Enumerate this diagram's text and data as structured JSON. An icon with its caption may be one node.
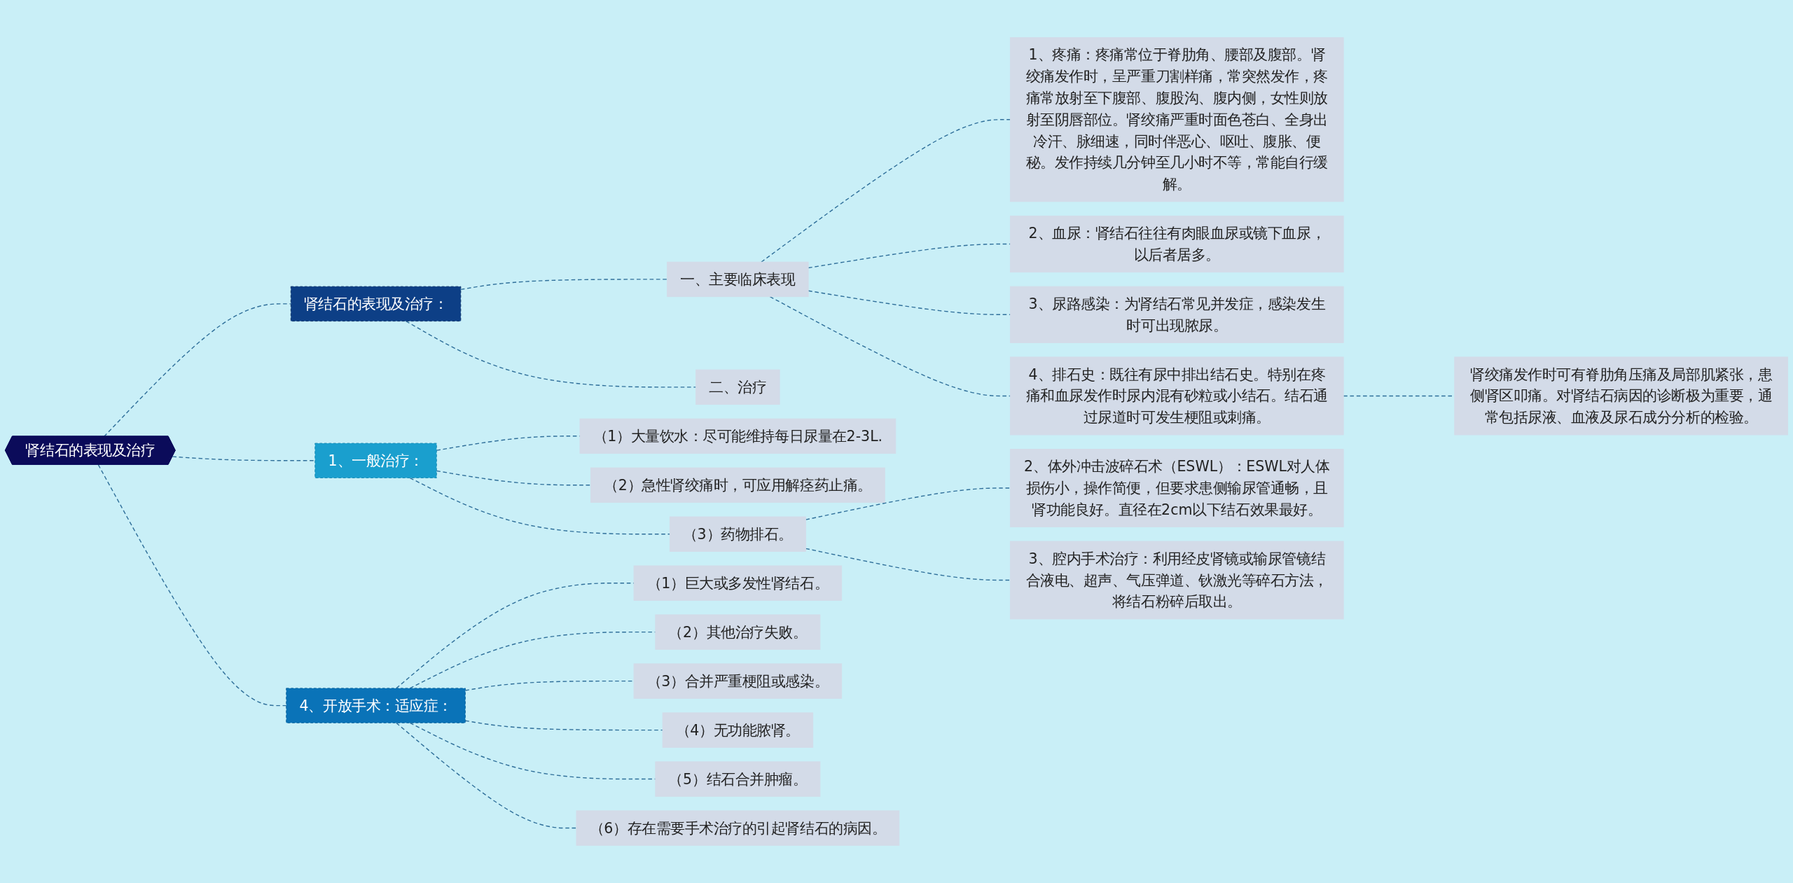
{
  "diagram": {
    "nodes": [
      {
        "text": [
          "肾结石的表现及治疗"
        ]
      },
      {
        "text": [
          "肾结石的表现及治疗："
        ]
      },
      {
        "text": [
          "一、主要临床表现"
        ]
      },
      {
        "text": [
          "1、疼痛：疼痛常位于脊肋角、腰部及腹部。肾绞痛发作时，呈严重刀割样痛，常突然发作，疼痛常放射至下腹部、腹股沟、腹内侧，女性则放射至阴唇部位。肾绞痛严重时面色苍白、全身出冷汗、脉细速，同时伴恶心、呕吐、腹胀、便秘。发作持续几分钟至几小时不等，常能自行缓解。"
        ]
      },
      {
        "text": [
          "2、血尿：肾结石往往有肉眼血尿或镜下血尿，以后者居多。"
        ]
      },
      {
        "text": [
          "3、尿路感染：为肾结石常见并发症，感染发生时可出现脓尿。"
        ]
      },
      {
        "text": [
          "4、排石史：既往有尿中排出结石史。特别在疼痛和血尿发作时尿内混有砂粒或小结石。结石通过尿道时可发生梗阻或刺痛。"
        ]
      },
      {
        "text": [
          "肾绞痛发作时可有脊肋角压痛及局部肌紧张，患侧肾区叩痛。对肾结石病因的诊断极为重要，通常包括尿液、血液及尿石成分分析的检验。"
        ]
      },
      {
        "text": [
          "二、治疗"
        ]
      },
      {
        "text": [
          "1、一般治疗："
        ]
      },
      {
        "text": [
          "（1）大量饮水：尽可能维持每日尿量在2-3L."
        ]
      },
      {
        "text": [
          "（2）急性肾绞痛时，可应用解痉药止痛。"
        ]
      },
      {
        "text": [
          "（3）药物排石。"
        ]
      },
      {
        "text": [
          "2、体外冲击波碎石术（ESWL）：ESWL对人体损伤小，操作简便，但要求患侧输尿管通畅，且肾功能良好。直径在2cm以下结石效果最好。"
        ]
      },
      {
        "text": [
          "3、腔内手术治疗：利用经皮肾镜或输尿管镜结合液电、超声、气压弹道、钬激光等碎石方法，将结石粉碎后取出。"
        ]
      },
      {
        "text": [
          "4、开放手术：适应症："
        ]
      },
      {
        "text": [
          "（1）巨大或多发性肾结石。"
        ]
      },
      {
        "text": [
          "（2）其他治疗失败。"
        ]
      },
      {
        "text": [
          "（3）合并严重梗阻或感染。"
        ]
      },
      {
        "text": [
          "（4）无功能脓肾。"
        ]
      },
      {
        "text": [
          "（5）结石合并肿瘤。"
        ]
      },
      {
        "text": [
          "（6）存在需要手术治疗的引起肾结石的病因。"
        ]
      }
    ],
    "edges": [
      {
        "from": 0,
        "to": 1,
        "arrow": "none"
      },
      {
        "from": 1,
        "to": 2,
        "arrow": "none"
      },
      {
        "from": 2,
        "to": 3,
        "arrow": "none"
      },
      {
        "from": 2,
        "to": 4,
        "arrow": "none"
      },
      {
        "from": 2,
        "to": 5,
        "arrow": "none"
      },
      {
        "from": 2,
        "to": 6,
        "arrow": "none"
      },
      {
        "from": 6,
        "to": 7,
        "arrow": "none"
      },
      {
        "from": 1,
        "to": 8,
        "arrow": "none"
      },
      {
        "from": 0,
        "to": 9,
        "arrow": "none"
      },
      {
        "from": 9,
        "to": 10,
        "arrow": "none"
      },
      {
        "from": 9,
        "to": 11,
        "arrow": "none"
      },
      {
        "from": 9,
        "to": 12,
        "arrow": "none"
      },
      {
        "from": 12,
        "to": 13,
        "arrow": "none"
      },
      {
        "from": 12,
        "to": 14,
        "arrow": "none"
      },
      {
        "from": 0,
        "to": 15,
        "arrow": "none"
      },
      {
        "from": 15,
        "to": 16,
        "arrow": "none"
      },
      {
        "from": 15,
        "to": 17,
        "arrow": "none"
      },
      {
        "from": 15,
        "to": 18,
        "arrow": "none"
      },
      {
        "from": 15,
        "to": 19,
        "arrow": "none"
      },
      {
        "from": 15,
        "to": 20,
        "arrow": "none"
      },
      {
        "from": 15,
        "to": 21,
        "arrow": "none"
      }
    ]
  }
}
